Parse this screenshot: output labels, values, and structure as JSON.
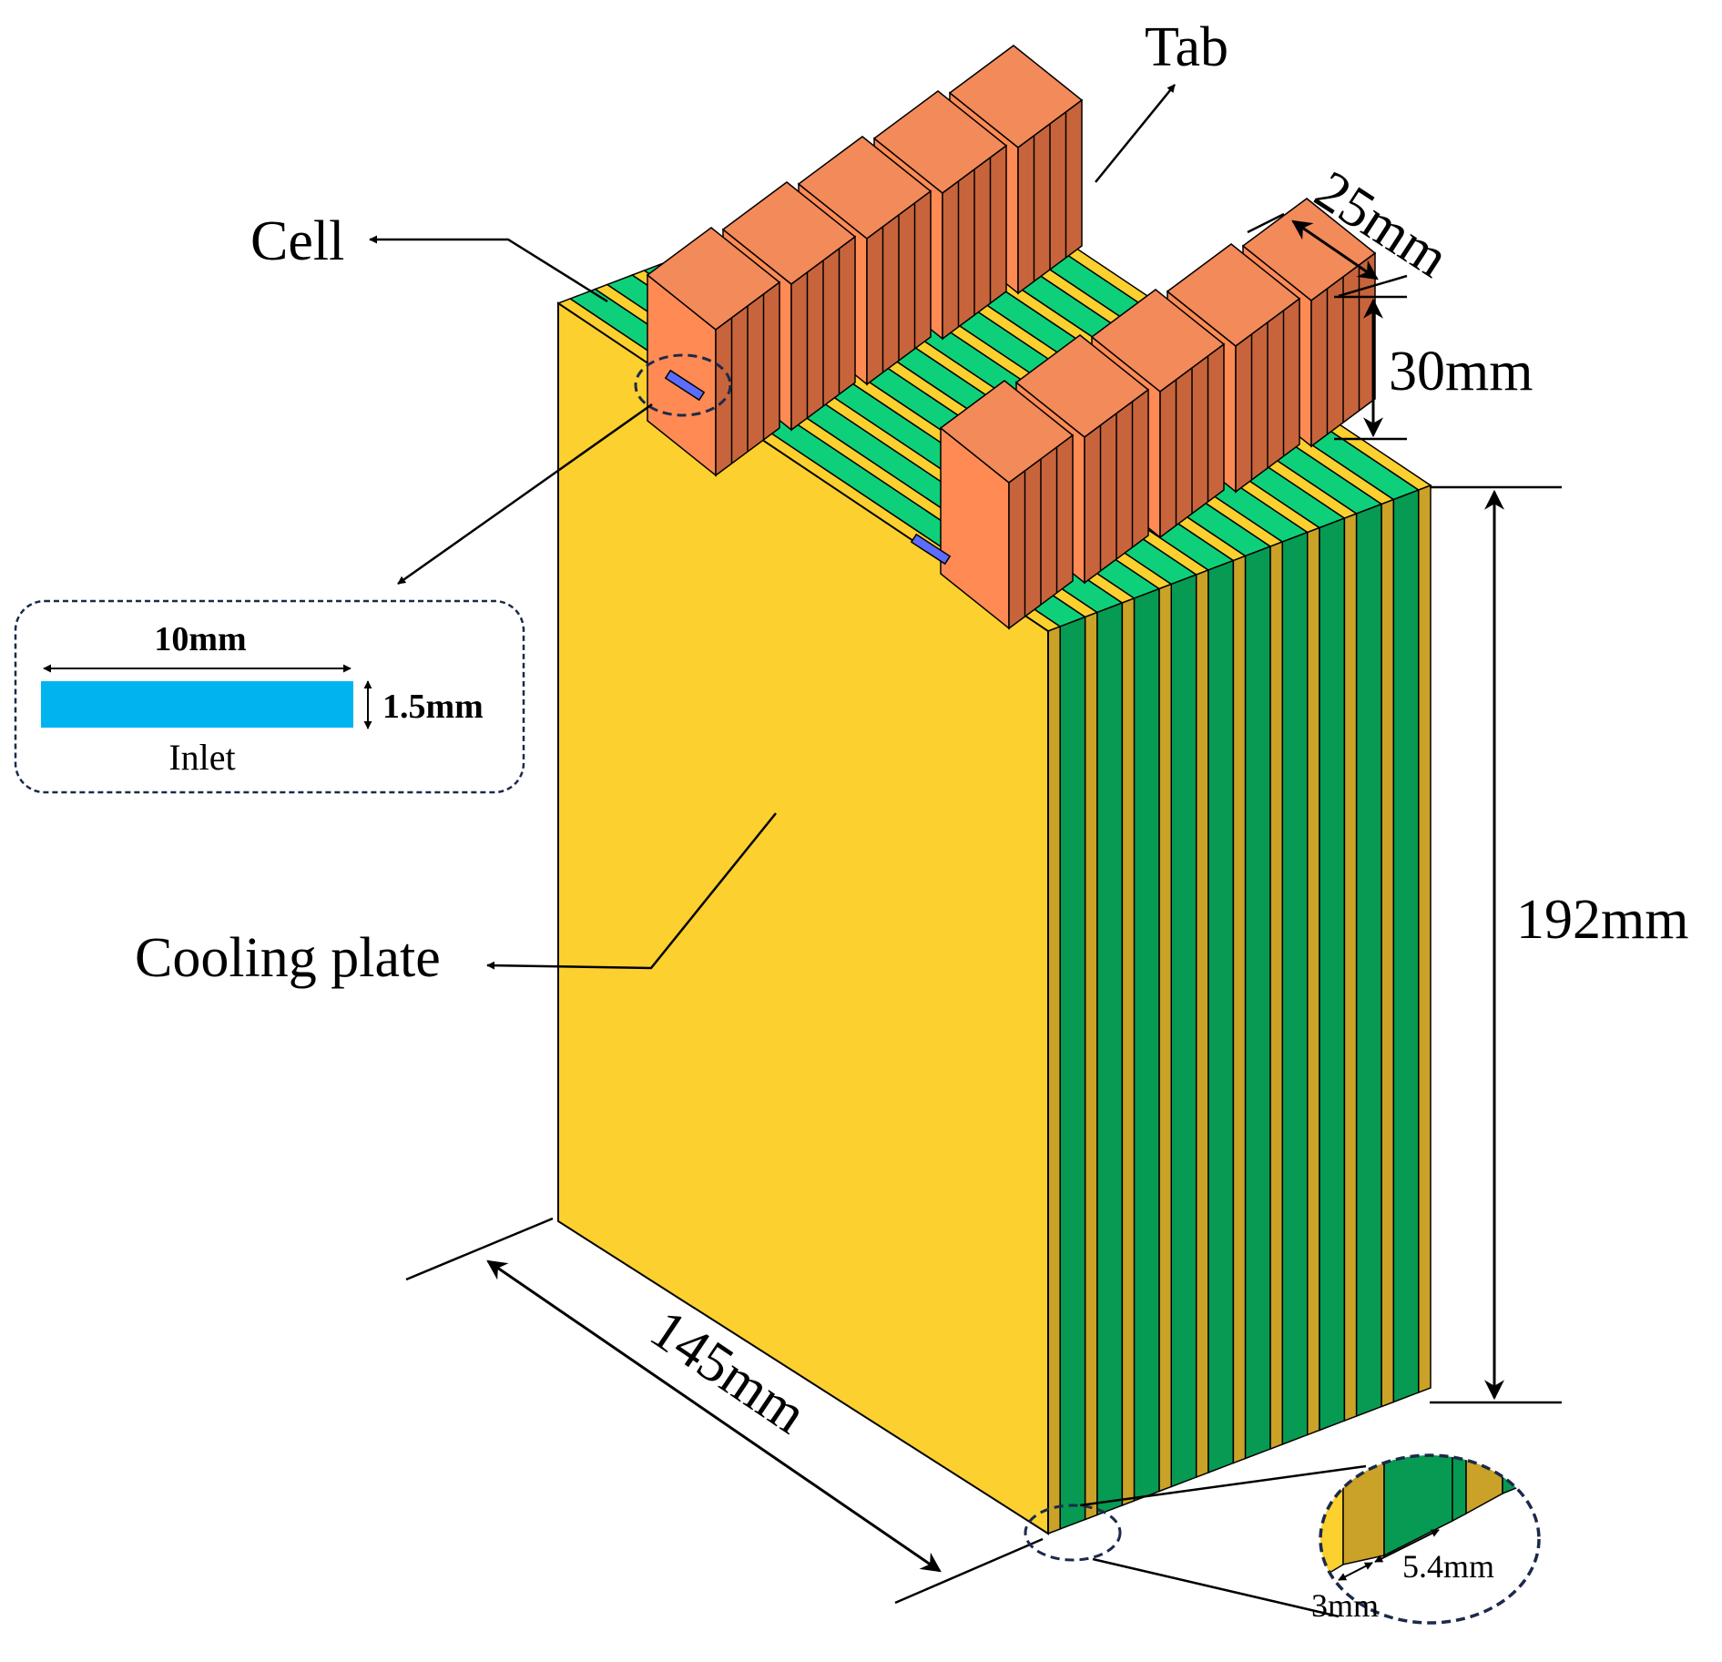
{
  "labels": {
    "tab": "Tab",
    "cell": "Cell",
    "cooling_plate": "Cooling plate",
    "inlet": "Inlet",
    "dim_tab_width": "25mm",
    "dim_tab_height": "30mm",
    "dim_height": "192mm",
    "dim_length": "145mm",
    "dim_inlet_width": "10mm",
    "dim_inlet_height": "1.5mm",
    "dim_plate_thickness": "3mm",
    "dim_cell_thickness": "5.4mm"
  },
  "colors": {
    "cooling_plate": "#FCD02E",
    "cooling_plate_side": "#C9A227",
    "cell_top": "#0FD07A",
    "cell_side": "#079A52",
    "tab_front": "#FF8A54",
    "tab_top": "#F28A5A",
    "tab_side": "#C8643B",
    "inlet": "#00B4F0",
    "callout": "#1B2A4A"
  }
}
